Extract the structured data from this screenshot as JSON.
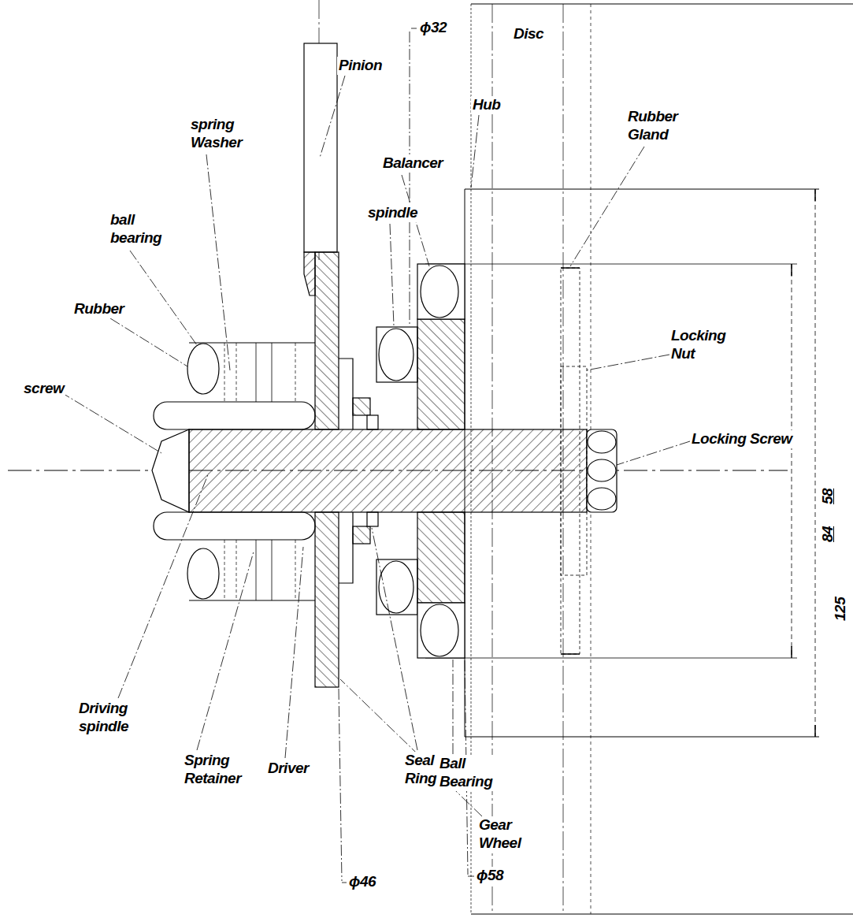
{
  "diagram": {
    "labels": [
      "ϕ32",
      "Disc",
      "Pinion",
      "Hub",
      "spring Washer",
      "Rubber Gland",
      "Balancer",
      "ball bearing",
      "spindle",
      "Rubber",
      "Locking Nut",
      "screw",
      "Locking Screw",
      "58",
      "84",
      "125",
      "Driving spindle",
      "Spring Retainer",
      "Driver",
      "Seal Ring",
      "Ball Bearing",
      "Gear Wheel",
      "ϕ46",
      "ϕ58"
    ]
  }
}
